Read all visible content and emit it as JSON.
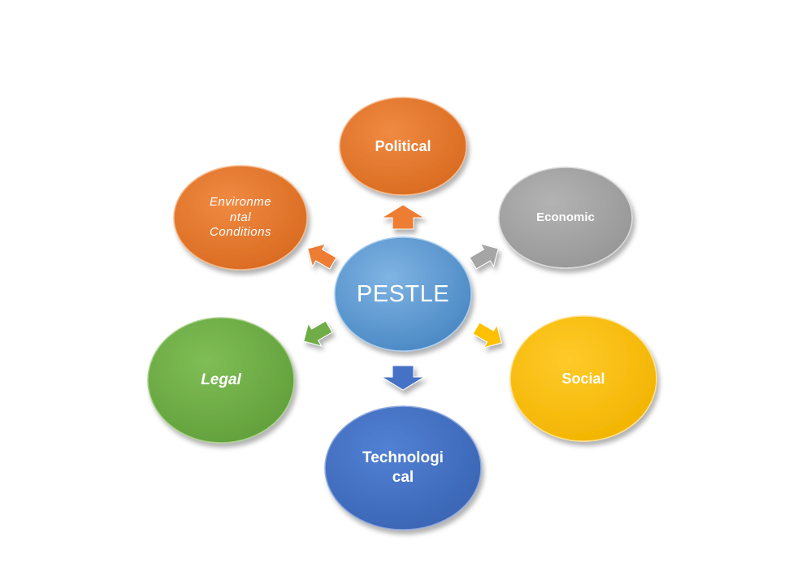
{
  "diagram": {
    "center": {
      "label": "PESTLE",
      "color": "#5b9bd5"
    },
    "factors": [
      {
        "id": "political",
        "label": "Political",
        "color": "#ed7d31"
      },
      {
        "id": "economic",
        "label": "Economic",
        "color": "#a5a5a5"
      },
      {
        "id": "social",
        "label": "Social",
        "color": "#ffc000"
      },
      {
        "id": "technological",
        "label": "Technologi\ncal",
        "color": "#4472c4"
      },
      {
        "id": "legal",
        "label": "Legal",
        "color": "#70ad47"
      },
      {
        "id": "environmental",
        "label": "Environme\nntal\nConditions",
        "color": "#ed7d31"
      }
    ]
  }
}
